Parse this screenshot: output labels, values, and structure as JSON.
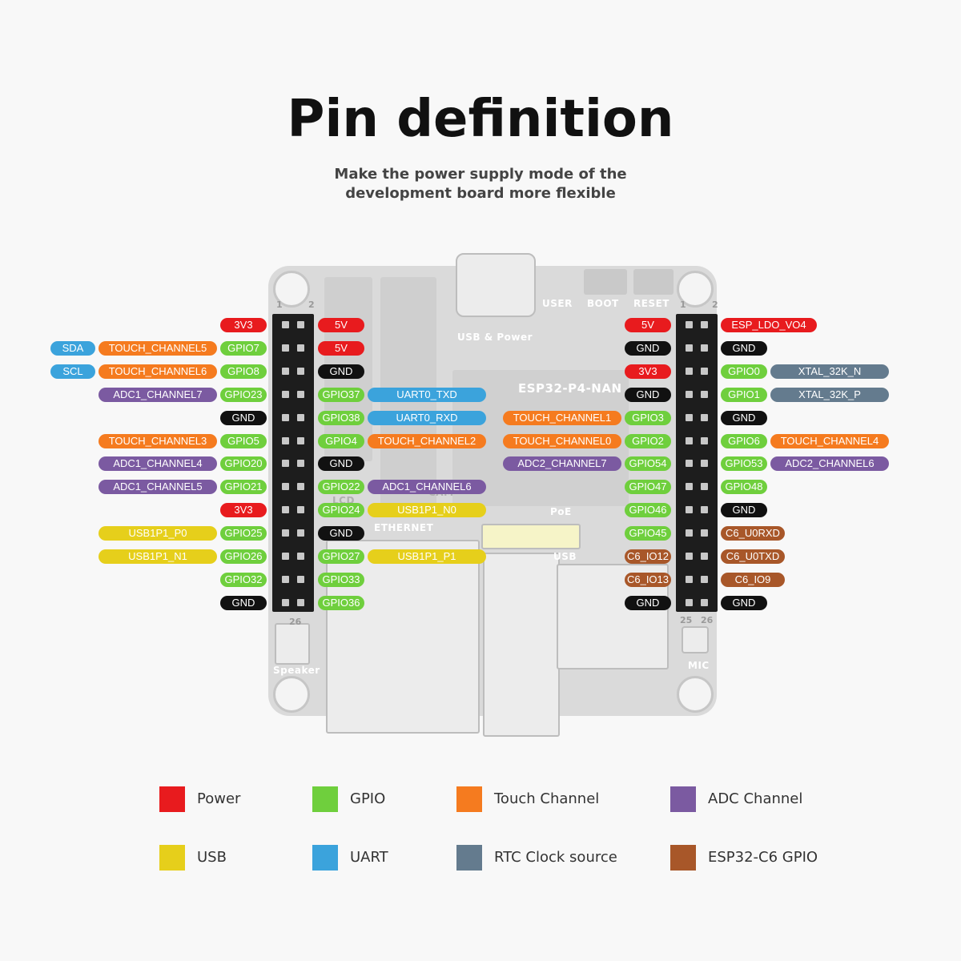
{
  "title": "Pin definition",
  "subtitle": "Make the power supply mode of the development board more flexible",
  "board": {
    "chip_text": "ESP32-P4-NAN",
    "usb_power_text": "USB & Power",
    "user_text": "USER",
    "boot_text": "BOOT",
    "reset_text": "RESET",
    "ethernet_text": "ETHERNET",
    "poe_text": "PoE",
    "usb_text": "USB",
    "speaker_text": "Speaker",
    "mic_text": "MIC",
    "cam_text": "CAM",
    "lcd_text": "LCD",
    "left_header_top": [
      "1",
      "2"
    ],
    "left_header_bottom": "26",
    "right_header_top": [
      "1",
      "2"
    ],
    "right_header_bottom": [
      "25",
      "26"
    ]
  },
  "pin_labels": {
    "left_outer": [
      {
        "row": 0,
        "items": [
          {
            "text": "3V3",
            "color": "power"
          }
        ]
      },
      {
        "row": 1,
        "items": [
          {
            "text": "SDA",
            "color": "uart"
          },
          {
            "text": "TOUCH_CHANNEL5",
            "color": "touch"
          },
          {
            "text": "GPIO7",
            "color": "gpio"
          }
        ]
      },
      {
        "row": 2,
        "items": [
          {
            "text": "SCL",
            "color": "uart"
          },
          {
            "text": "TOUCH_CHANNEL6",
            "color": "touch"
          },
          {
            "text": "GPIO8",
            "color": "gpio"
          }
        ]
      },
      {
        "row": 3,
        "items": [
          {
            "text": "ADC1_CHANNEL7",
            "color": "adc"
          },
          {
            "text": "GPIO23",
            "color": "gpio"
          }
        ]
      },
      {
        "row": 4,
        "items": [
          {
            "text": "GND",
            "color": "gnd"
          }
        ]
      },
      {
        "row": 5,
        "items": [
          {
            "text": "TOUCH_CHANNEL3",
            "color": "touch"
          },
          {
            "text": "GPIO5",
            "color": "gpio"
          }
        ]
      },
      {
        "row": 6,
        "items": [
          {
            "text": "ADC1_CHANNEL4",
            "color": "adc"
          },
          {
            "text": "GPIO20",
            "color": "gpio"
          }
        ]
      },
      {
        "row": 7,
        "items": [
          {
            "text": "ADC1_CHANNEL5",
            "color": "adc"
          },
          {
            "text": "GPIO21",
            "color": "gpio"
          }
        ]
      },
      {
        "row": 8,
        "items": [
          {
            "text": "3V3",
            "color": "power"
          }
        ]
      },
      {
        "row": 9,
        "items": [
          {
            "text": "USB1P1_P0",
            "color": "usb"
          },
          {
            "text": "GPIO25",
            "color": "gpio"
          }
        ]
      },
      {
        "row": 10,
        "items": [
          {
            "text": "USB1P1_N1",
            "color": "usb"
          },
          {
            "text": "GPIO26",
            "color": "gpio"
          }
        ]
      },
      {
        "row": 11,
        "items": [
          {
            "text": "GPIO32",
            "color": "gpio"
          }
        ]
      },
      {
        "row": 12,
        "items": [
          {
            "text": "GND",
            "color": "gnd"
          }
        ]
      }
    ],
    "left_inner": [
      {
        "row": 0,
        "items": [
          {
            "text": "5V",
            "color": "power"
          }
        ]
      },
      {
        "row": 1,
        "items": [
          {
            "text": "5V",
            "color": "power"
          }
        ]
      },
      {
        "row": 2,
        "items": [
          {
            "text": "GND",
            "color": "gnd"
          }
        ]
      },
      {
        "row": 3,
        "items": [
          {
            "text": "GPIO37",
            "color": "gpio"
          },
          {
            "text": "UART0_TXD",
            "color": "uart"
          }
        ]
      },
      {
        "row": 4,
        "items": [
          {
            "text": "GPIO38",
            "color": "gpio"
          },
          {
            "text": "UART0_RXD",
            "color": "uart"
          }
        ]
      },
      {
        "row": 5,
        "items": [
          {
            "text": "GPIO4",
            "color": "gpio"
          },
          {
            "text": "TOUCH_CHANNEL2",
            "color": "touch"
          }
        ]
      },
      {
        "row": 6,
        "items": [
          {
            "text": "GND",
            "color": "gnd"
          }
        ]
      },
      {
        "row": 7,
        "items": [
          {
            "text": "GPIO22",
            "color": "gpio"
          },
          {
            "text": "ADC1_CHANNEL6",
            "color": "adc"
          }
        ]
      },
      {
        "row": 8,
        "items": [
          {
            "text": "GPIO24",
            "color": "gpio"
          },
          {
            "text": "USB1P1_N0",
            "color": "usb"
          }
        ]
      },
      {
        "row": 9,
        "items": [
          {
            "text": "GND",
            "color": "gnd"
          }
        ]
      },
      {
        "row": 10,
        "items": [
          {
            "text": "GPIO27",
            "color": "gpio"
          },
          {
            "text": "USB1P1_P1",
            "color": "usb"
          }
        ]
      },
      {
        "row": 11,
        "items": [
          {
            "text": "GPIO33",
            "color": "gpio"
          }
        ]
      },
      {
        "row": 12,
        "items": [
          {
            "text": "GPIO36",
            "color": "gpio"
          }
        ]
      }
    ],
    "right_inner": [
      {
        "row": 0,
        "items": [
          {
            "text": "5V",
            "color": "power"
          }
        ]
      },
      {
        "row": 1,
        "items": [
          {
            "text": "GND",
            "color": "gnd"
          }
        ]
      },
      {
        "row": 2,
        "items": [
          {
            "text": "3V3",
            "color": "power"
          }
        ]
      },
      {
        "row": 3,
        "items": [
          {
            "text": "GND",
            "color": "gnd"
          }
        ]
      },
      {
        "row": 4,
        "items": [
          {
            "text": "TOUCH_CHANNEL1",
            "color": "touch"
          },
          {
            "text": "GPIO3",
            "color": "gpio"
          }
        ]
      },
      {
        "row": 5,
        "items": [
          {
            "text": "TOUCH_CHANNEL0",
            "color": "touch"
          },
          {
            "text": "GPIO2",
            "color": "gpio"
          }
        ]
      },
      {
        "row": 6,
        "items": [
          {
            "text": "ADC2_CHANNEL7",
            "color": "adc"
          },
          {
            "text": "GPIO54",
            "color": "gpio"
          }
        ]
      },
      {
        "row": 7,
        "items": [
          {
            "text": "GPIO47",
            "color": "gpio"
          }
        ]
      },
      {
        "row": 8,
        "items": [
          {
            "text": "GPIO46",
            "color": "gpio"
          }
        ]
      },
      {
        "row": 9,
        "items": [
          {
            "text": "GPIO45",
            "color": "gpio"
          }
        ]
      },
      {
        "row": 10,
        "items": [
          {
            "text": "C6_IO12",
            "color": "c6"
          }
        ]
      },
      {
        "row": 11,
        "items": [
          {
            "text": "C6_IO13",
            "color": "c6"
          }
        ]
      },
      {
        "row": 12,
        "items": [
          {
            "text": "GND",
            "color": "gnd"
          }
        ]
      }
    ],
    "right_outer": [
      {
        "row": 0,
        "items": [
          {
            "text": "ESP_LDO_VO4",
            "color": "power"
          }
        ]
      },
      {
        "row": 1,
        "items": [
          {
            "text": "GND",
            "color": "gnd"
          }
        ]
      },
      {
        "row": 2,
        "items": [
          {
            "text": "GPIO0",
            "color": "gpio"
          },
          {
            "text": "XTAL_32K_N",
            "color": "rtc"
          }
        ]
      },
      {
        "row": 3,
        "items": [
          {
            "text": "GPIO1",
            "color": "gpio"
          },
          {
            "text": "XTAL_32K_P",
            "color": "rtc"
          }
        ]
      },
      {
        "row": 4,
        "items": [
          {
            "text": "GND",
            "color": "gnd"
          }
        ]
      },
      {
        "row": 5,
        "items": [
          {
            "text": "GPIO6",
            "color": "gpio"
          },
          {
            "text": "TOUCH_CHANNEL4",
            "color": "touch"
          }
        ]
      },
      {
        "row": 6,
        "items": [
          {
            "text": "GPIO53",
            "color": "gpio"
          },
          {
            "text": "ADC2_CHANNEL6",
            "color": "adc"
          }
        ]
      },
      {
        "row": 7,
        "items": [
          {
            "text": "GPIO48",
            "color": "gpio"
          }
        ]
      },
      {
        "row": 8,
        "items": [
          {
            "text": "GND",
            "color": "gnd"
          }
        ]
      },
      {
        "row": 9,
        "items": [
          {
            "text": "C6_U0RXD",
            "color": "c6"
          }
        ]
      },
      {
        "row": 10,
        "items": [
          {
            "text": "C6_U0TXD",
            "color": "c6"
          }
        ]
      },
      {
        "row": 11,
        "items": [
          {
            "text": "C6_IO9",
            "color": "c6"
          }
        ]
      },
      {
        "row": 12,
        "items": [
          {
            "text": "GND",
            "color": "gnd"
          }
        ]
      }
    ]
  },
  "legend": [
    {
      "label": "Power",
      "color": "#e81b1e"
    },
    {
      "label": "GPIO",
      "color": "#6fcf3d"
    },
    {
      "label": "Touch Channel",
      "color": "#f57b1f"
    },
    {
      "label": "ADC Channel",
      "color": "#7b5aa1"
    },
    {
      "label": "USB",
      "color": "#e6cf1b"
    },
    {
      "label": "UART",
      "color": "#3ba3dc"
    },
    {
      "label": "RTC Clock source",
      "color": "#647b8e"
    },
    {
      "label": "ESP32-C6 GPIO",
      "color": "#a85729"
    }
  ],
  "colors": {
    "power": "#e81b1e",
    "gpio": "#6fcf3d",
    "touch": "#f57b1f",
    "adc": "#7b5aa1",
    "usb": "#e6cf1b",
    "uart": "#3ba3dc",
    "rtc": "#647b8e",
    "c6": "#a85729",
    "gnd": "#111111"
  }
}
